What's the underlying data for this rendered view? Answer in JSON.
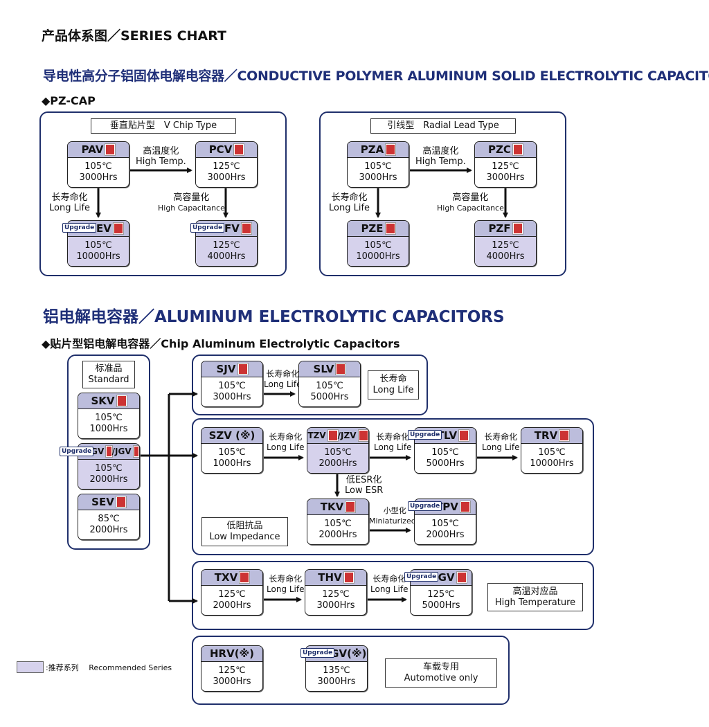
{
  "header": {
    "title": "产品体系图／SERIES CHART"
  },
  "conductive": {
    "title": "导电性高分子铝固体电解电容器／CONDUCTIVE POLYMER ALUMINUM SOLID ELECTROLYTIC CAPACITORS",
    "sub": "◆PZ-CAP",
    "vchip": {
      "label": "垂直贴片型　V Chip Type"
    },
    "radial": {
      "label": "引线型　Radial Lead Type"
    }
  },
  "aluminum": {
    "title": "铝电解电容器／ALUMINUM ELECTROLYTIC CAPACITORS",
    "sub": "◆贴片型铝电解电容器／Chip Aluminum Electrolytic Capacitors",
    "standard_zh": "标准品",
    "standard_en": "Standard"
  },
  "badge": "Upgrade",
  "arrows": {
    "high_temp_zh": "高温度化",
    "high_temp_en": "High Temp.",
    "long_life_zh": "长寿命化",
    "long_life_en": "Long Life",
    "high_cap_zh": "高容量化",
    "high_cap_en": "High Capacitance",
    "low_esr_zh": "低ESR化",
    "low_esr_en": "Low ESR",
    "mini_zh": "小型化",
    "mini_en": "Miniaturizeda"
  },
  "labels": {
    "long_life_zh": "长寿命",
    "long_life_en": "Long Life",
    "low_imp_zh": "低阻抗品",
    "low_imp_en": "Low Impedance",
    "high_temp_zh": "高温对应品",
    "high_temp_en": "High Temperature",
    "auto_zh": "车载专用",
    "auto_en": "Automotive only"
  },
  "legend": {
    "text": ":推荐系列　 Recommended Series",
    "color": "#d6d2ec"
  },
  "series": {
    "pav": {
      "name": "PAV",
      "temp": "105℃",
      "life": "3000Hrs"
    },
    "pcv": {
      "name": "PCV",
      "temp": "125℃",
      "life": "3000Hrs"
    },
    "pev": {
      "name": "PEV",
      "temp": "105℃",
      "life": "10000Hrs"
    },
    "pfv": {
      "name": "PFV",
      "temp": "125℃",
      "life": "4000Hrs"
    },
    "pza": {
      "name": "PZA",
      "temp": "105℃",
      "life": "3000Hrs"
    },
    "pzc": {
      "name": "PZC",
      "temp": "125℃",
      "life": "3000Hrs"
    },
    "pze": {
      "name": "PZE",
      "temp": "105℃",
      "life": "10000Hrs"
    },
    "pzf": {
      "name": "PZF",
      "temp": "125℃",
      "life": "4000Hrs"
    },
    "skv": {
      "name": "SKV",
      "temp": "105℃",
      "life": "1000Hrs"
    },
    "sgv": {
      "name": "SGV",
      "name2": "/JGV",
      "temp": "105℃",
      "life": "2000Hrs"
    },
    "sev": {
      "name": "SEV",
      "temp": "85℃",
      "life": "2000Hrs"
    },
    "sjv": {
      "name": "SJV",
      "temp": "105℃",
      "life": "3000Hrs"
    },
    "slv": {
      "name": "SLV",
      "temp": "105℃",
      "life": "5000Hrs"
    },
    "szv": {
      "name": "SZV (※)",
      "temp": "105℃",
      "life": "1000Hrs"
    },
    "tzv": {
      "name": "TZV",
      "name2": "/JZV",
      "temp": "105℃",
      "life": "2000Hrs"
    },
    "tlv": {
      "name": "TLV",
      "temp": "105℃",
      "life": "5000Hrs"
    },
    "trv": {
      "name": "TRV",
      "temp": "105℃",
      "life": "10000Hrs"
    },
    "tkv": {
      "name": "TKV",
      "temp": "105℃",
      "life": "2000Hrs"
    },
    "tpv": {
      "name": "TPV",
      "temp": "105℃",
      "life": "2000Hrs"
    },
    "txv": {
      "name": "TXV",
      "temp": "125℃",
      "life": "2000Hrs"
    },
    "thv": {
      "name": "THV",
      "temp": "125℃",
      "life": "3000Hrs"
    },
    "tgv": {
      "name": "TGV",
      "temp": "125℃",
      "life": "5000Hrs"
    },
    "hrv": {
      "name": "HRV(※)",
      "temp": "125℃",
      "life": "3000Hrs"
    },
    "hgv": {
      "name": "HGV(※)",
      "temp": "135℃",
      "life": "3000Hrs"
    }
  }
}
